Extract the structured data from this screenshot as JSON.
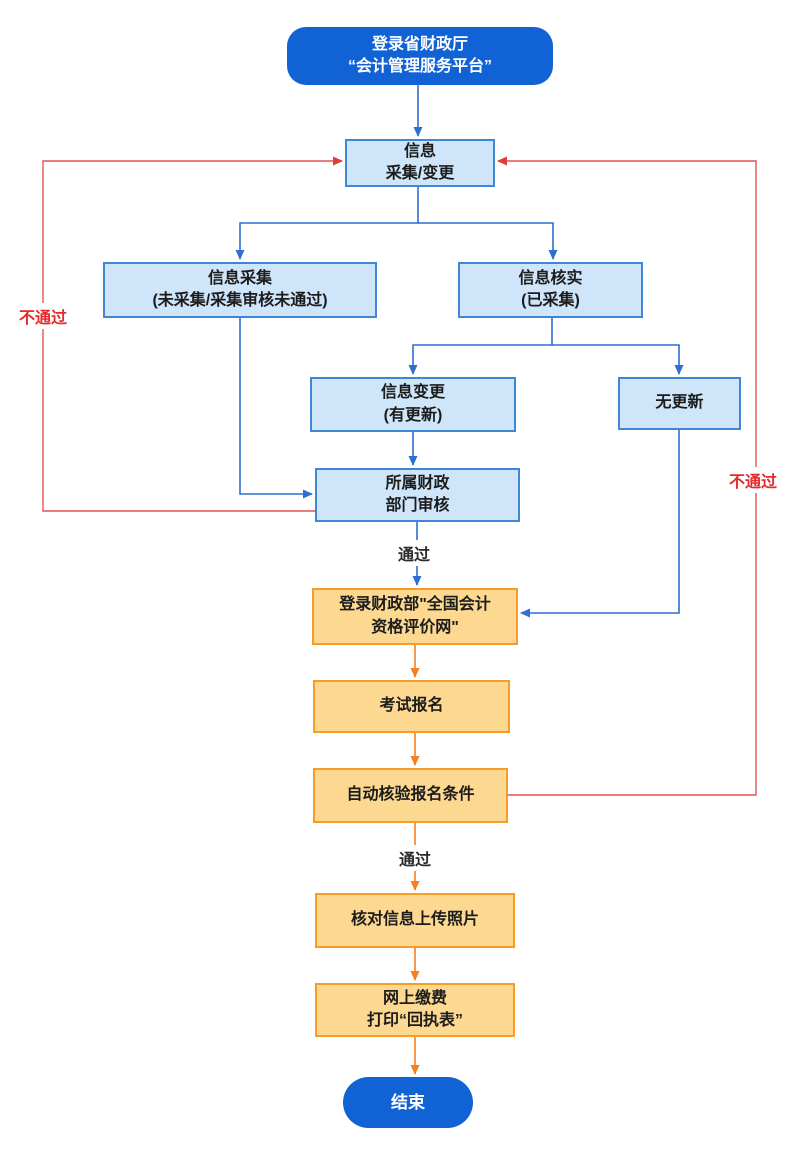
{
  "colors": {
    "primary_blue": "#1062d5",
    "connector_blue": "#2e6fd0",
    "light_blue_fill": "#cfe5f9",
    "light_blue_border": "#3f86d6",
    "orange_fill": "#fcd891",
    "orange_border": "#f59d28",
    "connector_orange": "#f57e1f",
    "connector_red": "#e05252",
    "fail_red": "#e42a2a"
  },
  "nodes": {
    "start": {
      "line1": "登录省财政厅",
      "line2": "“会计管理服务平台”"
    },
    "info": {
      "line1": "信息",
      "line2": "采集/变更"
    },
    "collect": {
      "line1": "信息采集",
      "line2": "(未采集/采集审核未通过)"
    },
    "verify": {
      "line1": "信息核实",
      "line2": "(已采集)"
    },
    "change": {
      "line1": "信息变更",
      "line2": "(有更新)"
    },
    "noupdate": {
      "label": "无更新"
    },
    "audit": {
      "line1": "所属财政",
      "line2": "部门审核"
    },
    "register": {
      "line1": "登录财政部\"全国会计",
      "line2": "资格评价网\""
    },
    "exam": {
      "label": "考试报名"
    },
    "check": {
      "label": "自动核验报名条件"
    },
    "photo": {
      "label": "核对信息上传照片"
    },
    "pay": {
      "line1": "网上缴费",
      "line2": "打印“回执表”"
    },
    "end": {
      "label": "结束"
    }
  },
  "edge_labels": {
    "pass_audit": "通过",
    "pass_check": "通过",
    "fail_left": "不通过",
    "fail_right": "不通过"
  }
}
